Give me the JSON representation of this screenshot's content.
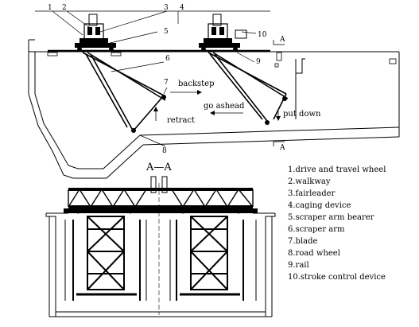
{
  "callouts": [
    "1",
    "2",
    "3",
    "4",
    "5",
    "6",
    "7",
    "8",
    "9",
    "10"
  ],
  "section_mark": "A",
  "section_title": "A—A",
  "annotations": {
    "backstep": "backstep",
    "go_ashead": "go ashead",
    "retract": "retract",
    "put_down": "put down"
  },
  "legend": [
    "1.drive and travel wheel",
    "2.walkway",
    "3.fairleader",
    "4.caging device",
    "5.scraper arm bearer",
    "6.scraper arm",
    "7.blade",
    "8.road wheel",
    "9.rail",
    "10.stroke control device"
  ]
}
